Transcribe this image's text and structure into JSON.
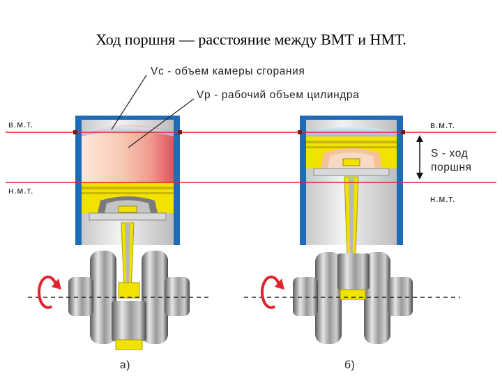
{
  "title": "Ход поршня — расстояние  между ВМТ и НМТ.",
  "labels": {
    "vc": "Vc - объем камеры сгорания",
    "vp": "Vp - рабочий объем цилиндра",
    "vmt_left": "в.м.т.",
    "nmt_left": "н.м.т.",
    "vmt_right": "в.м.т.",
    "stroke_line1": "S - ход",
    "stroke_line2": "поршня",
    "nmt_right": "н.м.т.",
    "caption_a": "а)",
    "caption_b": "б)"
  },
  "colors": {
    "cylinder_wall": "#1e6bb8",
    "dead_center_line": "#e0242c",
    "piston": "#f2e200",
    "crank": "#8a8a8a"
  }
}
